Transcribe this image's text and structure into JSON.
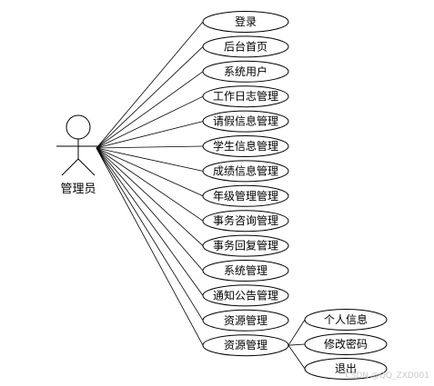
{
  "actor": {
    "label": "管理员"
  },
  "use_cases": [
    {
      "label": "登录"
    },
    {
      "label": "后台首页"
    },
    {
      "label": "系统用户"
    },
    {
      "label": "工作日志管理"
    },
    {
      "label": "请假信息管理"
    },
    {
      "label": "学生信息管理"
    },
    {
      "label": "成绩信息管理"
    },
    {
      "label": "年级管理管理"
    },
    {
      "label": "事务咨询管理"
    },
    {
      "label": "事务回复管理"
    },
    {
      "label": "系统管理"
    },
    {
      "label": "通知公告管理"
    },
    {
      "label": "资源管理"
    },
    {
      "label": "资源管理"
    }
  ],
  "sub_use_cases": [
    {
      "label": "个人信息"
    },
    {
      "label": "修改密码"
    },
    {
      "label": "退出"
    }
  ],
  "watermark": "CSDN @QQ_ZXD001"
}
